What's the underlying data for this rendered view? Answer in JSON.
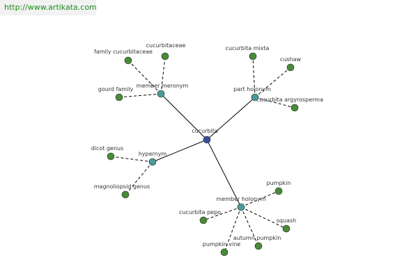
{
  "site_url": "http://www.artikata.com",
  "colors": {
    "root": "#3a4f9a",
    "relation": "#4a9a9a",
    "leaf": "#4a8a3a",
    "edge": "#000000",
    "url_text": "#1a8a1a"
  },
  "graph": {
    "root": {
      "id": "cucurbita",
      "label": "cucurbita"
    },
    "relations": [
      {
        "id": "member-meronym",
        "label": "member meronym",
        "children": [
          {
            "id": "cucurbitaceae",
            "label": "cucurbitaceae"
          },
          {
            "id": "family-cucurbitaceae",
            "label": "family cucurbitaceae"
          },
          {
            "id": "gourd-family",
            "label": "gourd family"
          }
        ]
      },
      {
        "id": "part-holonym",
        "label": "part holonym",
        "children": [
          {
            "id": "cucurbita-mixta",
            "label": "cucurbita mixta"
          },
          {
            "id": "cushaw",
            "label": "cushaw"
          },
          {
            "id": "cucurbita-argyrosperma",
            "label": "cucurbita argyrosperma"
          }
        ]
      },
      {
        "id": "hypernym",
        "label": "hypernym",
        "children": [
          {
            "id": "dicot-genus",
            "label": "dicot genus"
          },
          {
            "id": "magnoliopsid-genus",
            "label": "magnoliopsid genus"
          }
        ]
      },
      {
        "id": "member-holonym",
        "label": "member holonym",
        "children": [
          {
            "id": "pumpkin",
            "label": "pumpkin"
          },
          {
            "id": "cucurbita-pepo",
            "label": "cucurbita pepo"
          },
          {
            "id": "squash",
            "label": "squash"
          },
          {
            "id": "autumn-pumpkin",
            "label": "autumn pumpkin"
          },
          {
            "id": "pumpkin-vine",
            "label": "pumpkin vine"
          }
        ]
      }
    ]
  }
}
